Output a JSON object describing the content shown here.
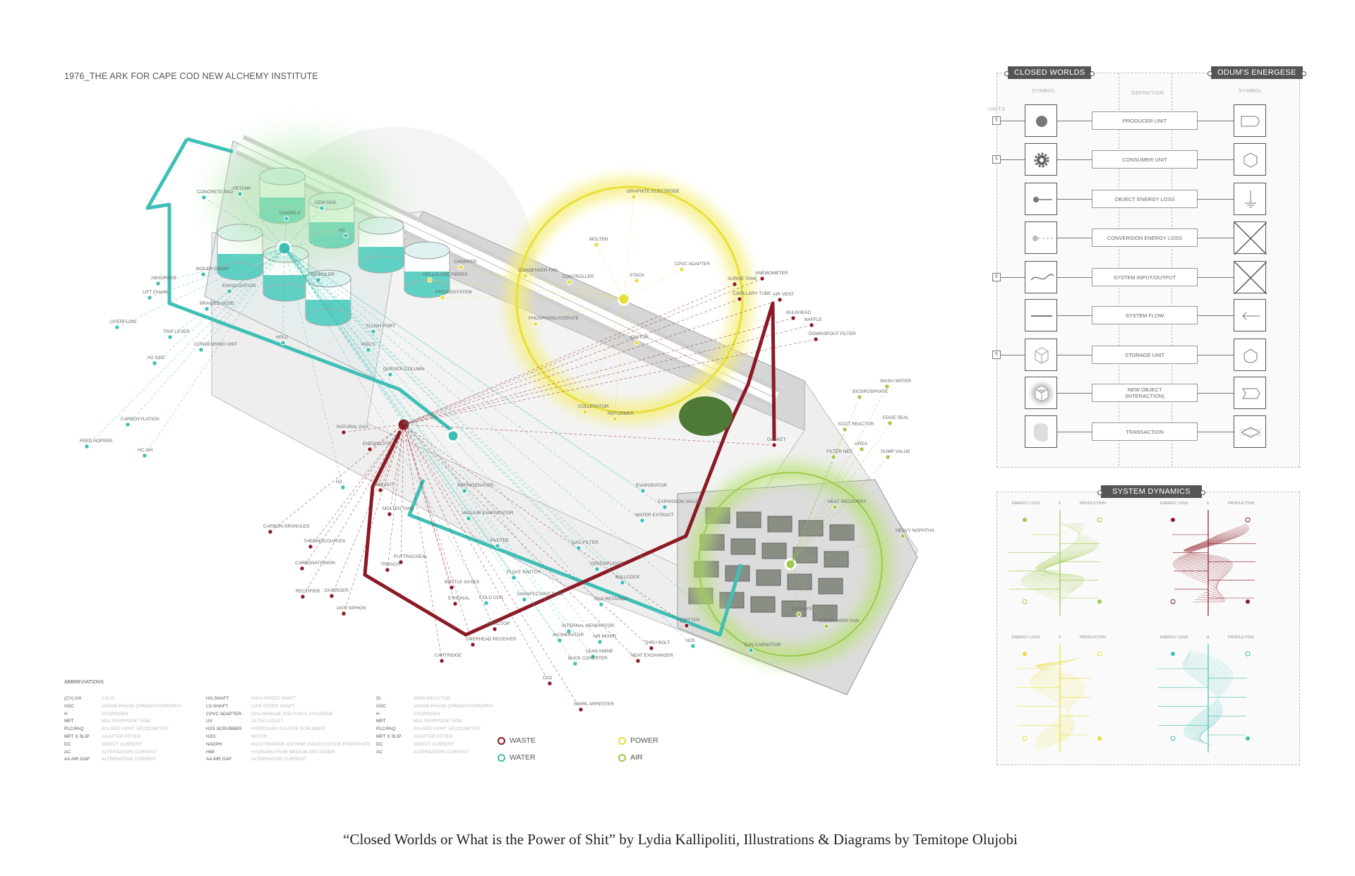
{
  "title": "1976_THE ARK FOR CAPE COD NEW ALCHEMY INSTITUTE",
  "caption": "“Closed Worlds or What is the Power of Shit” by Lydia Kallipoliti, Illustrations & Diagrams by Temitope Olujobi",
  "colors": {
    "waste": "#8b1a24",
    "water": "#3fbfb5",
    "power": "#e8df3a",
    "air": "#9ec94a",
    "panel_header": "#555555"
  },
  "legend": [
    {
      "key": "waste",
      "label": "WASTE"
    },
    {
      "key": "water",
      "label": "WATER"
    },
    {
      "key": "power",
      "label": "POWER"
    },
    {
      "key": "air",
      "label": "AIR"
    }
  ],
  "diagram": {
    "labels": [
      {
        "t": "CONCRETE PAD",
        "s": "water"
      },
      {
        "t": "PETANK",
        "s": "water"
      },
      {
        "t": "CHOPD-3",
        "s": "water"
      },
      {
        "t": "CEM DIOL",
        "s": "water"
      },
      {
        "t": "BOILER DRAIN",
        "s": "water"
      },
      {
        "t": "ENVOLIZATION",
        "s": "water"
      },
      {
        "t": "BRAIDED HOSE",
        "s": "water"
      },
      {
        "t": "ABSORBER",
        "s": "water"
      },
      {
        "t": "LIFT CHAIN",
        "s": "water"
      },
      {
        "t": "OVERFLOW",
        "s": "water"
      },
      {
        "t": "TRIP LEVER",
        "s": "water"
      },
      {
        "t": "CONDENSING UNIT",
        "s": "water"
      },
      {
        "t": "H2 S/N2",
        "s": "water"
      },
      {
        "t": "CARBOXYLATION",
        "s": "water"
      },
      {
        "t": "FEED HOPPER",
        "s": "water"
      },
      {
        "t": "HC-OH",
        "s": "water"
      },
      {
        "t": "HPLC",
        "s": "water"
      },
      {
        "t": "REBOILER",
        "s": "water"
      },
      {
        "t": "FLUSH PORT",
        "s": "water"
      },
      {
        "t": "VOC'S",
        "s": "water"
      },
      {
        "t": "QUENCH COLUMN",
        "s": "water"
      },
      {
        "t": "CELLULOSE FIBERS",
        "s": "power"
      },
      {
        "t": "PHOSIDSYSTEM",
        "s": "power"
      },
      {
        "t": "AC",
        "s": "water"
      },
      {
        "t": "NATURAL GAS",
        "s": "waste"
      },
      {
        "t": "ENEDICLATE",
        "s": "waste"
      },
      {
        "t": "H2",
        "s": "water"
      },
      {
        "t": "GAS OUT",
        "s": "waste"
      },
      {
        "t": "MOLTEN TANK",
        "s": "waste"
      },
      {
        "t": "CARBON GRANULES",
        "s": "waste"
      },
      {
        "t": "THERMOCOUPLES",
        "s": "waste"
      },
      {
        "t": "CARBONATIONON",
        "s": "waste"
      },
      {
        "t": "PUTTRACHEAL",
        "s": "waste"
      },
      {
        "t": "TRENCH",
        "s": "waste"
      },
      {
        "t": "RECTIFIER",
        "s": "waste"
      },
      {
        "t": "DIVERGER",
        "s": "waste"
      },
      {
        "t": "ANTI SIPHON",
        "s": "waste"
      },
      {
        "t": "BOTTLE GASES",
        "s": "waste"
      },
      {
        "t": "ETHONAL",
        "s": "waste"
      },
      {
        "t": "COLD COIL",
        "s": "water"
      },
      {
        "t": "REACTOR",
        "s": "waste"
      },
      {
        "t": "OVERHEAD RECEIVER",
        "s": "waste"
      },
      {
        "t": "CARTRIDGE",
        "s": "waste"
      },
      {
        "t": "CO2",
        "s": "waste"
      },
      {
        "t": "SWIRL ARRESTER",
        "s": "waste"
      },
      {
        "t": "ANEMOMETER",
        "s": "waste"
      },
      {
        "t": "SURGE TANK",
        "s": "waste"
      },
      {
        "t": "CAPILLARY TUBE",
        "s": "waste"
      },
      {
        "t": "AIR VENT",
        "s": "waste"
      },
      {
        "t": "BULKHEAD",
        "s": "waste"
      },
      {
        "t": "BAFFLE",
        "s": "waste"
      },
      {
        "t": "DOWNSPOUT FILTER",
        "s": "waste"
      },
      {
        "t": "GASKET",
        "s": "waste"
      },
      {
        "t": "EMITTER",
        "s": "waste"
      },
      {
        "t": "H2S",
        "s": "water"
      },
      {
        "t": "THRU BOLT",
        "s": "waste"
      },
      {
        "t": "HEAT EXCHANGER",
        "s": "waste"
      },
      {
        "t": "GRAPHITE ELECTRODE",
        "s": "power"
      },
      {
        "t": "MOLTEN",
        "s": "power"
      },
      {
        "t": "CPVC ADAPTER",
        "s": "power"
      },
      {
        "t": "STACK",
        "s": "power"
      },
      {
        "t": "CONDENSER FAN",
        "s": "power"
      },
      {
        "t": "CONTROLLER",
        "s": "power"
      },
      {
        "t": "CHOPPER",
        "s": "power"
      },
      {
        "t": "IGNITOR",
        "s": "power"
      },
      {
        "t": "PHOSPHOGLYCERATE",
        "s": "power"
      },
      {
        "t": "COLLERATOR",
        "s": "power"
      },
      {
        "t": "REFORMER",
        "s": "power"
      },
      {
        "t": "BIOSPOSPHATE",
        "s": "air"
      },
      {
        "t": "WASH WATER",
        "s": "air"
      },
      {
        "t": "SCOT REACTOR",
        "s": "air"
      },
      {
        "t": "EDGE SEAL",
        "s": "air"
      },
      {
        "t": "FILTER NET",
        "s": "air"
      },
      {
        "t": "UREA",
        "s": "air"
      },
      {
        "t": "DUMP VALUE",
        "s": "air"
      },
      {
        "t": "HEAVY NOPHTHA",
        "s": "air"
      },
      {
        "t": "HEAT RECOVERY",
        "s": "air"
      },
      {
        "t": "CONDENSER FAN",
        "s": "air"
      },
      {
        "t": "SUN CARNOTOR",
        "s": "water"
      },
      {
        "t": "CATALYST",
        "s": "air"
      },
      {
        "t": "REFRIGERATOR",
        "s": "water"
      },
      {
        "t": "VACUUM EVAPORATOR",
        "s": "water"
      },
      {
        "t": "PVCTEE",
        "s": "water"
      },
      {
        "t": "GAC FILTER",
        "s": "water"
      },
      {
        "t": "CENTRIFUDGE",
        "s": "water"
      },
      {
        "t": "FLOAT SWITCH",
        "s": "water"
      },
      {
        "t": "DISINFECTANT TANK",
        "s": "water"
      },
      {
        "t": "GAS RETAINER",
        "s": "water"
      },
      {
        "t": "INTERNAL GENERATOR",
        "s": "water"
      },
      {
        "t": "INCINERATOR",
        "s": "water"
      },
      {
        "t": "AIR MIXER",
        "s": "water"
      },
      {
        "t": "LEAN AMINE",
        "s": "water"
      },
      {
        "t": "BUCK COVERTER",
        "s": "water"
      },
      {
        "t": "WATER EXTRACT",
        "s": "water"
      },
      {
        "t": "EXPANSION VALUE",
        "s": "water"
      },
      {
        "t": "EVAPORATOR",
        "s": "water"
      },
      {
        "t": "BALLCOCK",
        "s": "water"
      }
    ]
  },
  "abbreviations": {
    "heading": "ABBREVIATIONS",
    "columns": [
      [
        [
          "(CY) OX",
          "CYLIC"
        ],
        [
          "VGC",
          "VAPOR-PHASE CHROMATOGRAPHY"
        ],
        [
          "H",
          "HYDROGEN"
        ],
        [
          "MPT",
          "MULTIPURPOSE TANK"
        ],
        [
          "PLC/PAQ",
          "PULSED LIGHT VELOCIMETRY"
        ],
        [
          "MPT X SLIP",
          "ADAPTER FITTER"
        ],
        [
          "DC",
          "DIRECT CURRENT"
        ],
        [
          "AC",
          "ALTERNATION CURRENT"
        ],
        [
          "AA AIR GAP",
          "ALTERNATION CURRENT"
        ]
      ],
      [
        [
          "HS-SHAFT",
          "HIGH SPEED SHAFT"
        ],
        [
          "LS-SHAFT",
          "LOW SPEED SHAFT"
        ],
        [
          "CPVC ADAPTER",
          "CHLORINAGE POLYVINYL CHLORIDE"
        ],
        [
          "UV",
          "ULTRA VIOLET"
        ],
        [
          "H2S SCRUBBER",
          "HYDROGEN SULFIDE SCRUBBER"
        ],
        [
          "H2O",
          "WATER"
        ],
        [
          "NADPH",
          "NICOTINAMIDE ADENINE DINUCLEOTIDE PHOSPHATE"
        ],
        [
          "HMI",
          "HYDRARGYRUM MEDIUM ARC IODIDE"
        ],
        [
          "AA AIR GAP",
          "ALTERNATION CURRENT"
        ]
      ],
      [
        [
          "SI",
          "SEMI-INDUCTOR"
        ],
        [
          "VGC",
          "VAPOR-PHASE CHROMATOGRAPHY"
        ],
        [
          "H",
          "HYDROGEN"
        ],
        [
          "MPT",
          "MULTIPURPOSE TANK"
        ],
        [
          "PLC/PAQ",
          "PULSED LIGHT VELOCIMETRY"
        ],
        [
          "MPT X SLIP",
          "ADAPTER FITTER"
        ],
        [
          "DC",
          "DIRECT CURRENT"
        ],
        [
          "AC",
          "ALTERNATION CURRENT"
        ]
      ]
    ]
  },
  "closed_worlds": {
    "header_left": "CLOSED WORLDS",
    "header_right": "ODUM'S ENERGESE",
    "col_symbol": "SYMBOL",
    "col_definition": "DEFINITION",
    "col_units": "UNITS",
    "rows": [
      {
        "def": "PRODUCER UNIT",
        "unit": "5",
        "left": "filled-circle-icon",
        "right": "bullet-shape-icon"
      },
      {
        "def": "CONSUMER UNIT",
        "unit": "5",
        "left": "gear-icon",
        "right": "hexagon-icon"
      },
      {
        "def": "OBJECT ENERGY LOSS",
        "unit": "",
        "left": "dot-line-icon",
        "right": "ground-symbol-icon"
      },
      {
        "def": "CONVERSION ENERGY LOSS",
        "unit": "",
        "left": "dot-dashed-line-icon",
        "right": "crossed-box-icon"
      },
      {
        "def": "SYSTEM INPUT/OUTPUT",
        "unit": "6",
        "left": "wave-arrow-icon",
        "right": "crossed-box-icon"
      },
      {
        "def": "SYSTEM FLOW",
        "unit": "",
        "left": "line-icon",
        "right": "arrow-left-icon"
      },
      {
        "def": "STORAGE UNIT",
        "unit": "5",
        "left": "cube-icon",
        "right": "tank-shape-icon"
      },
      {
        "def": "NEW OBJECT\n(INTERACTION)",
        "unit": "",
        "left": "glowing-cube-icon",
        "right": "chevron-shape-icon"
      },
      {
        "def": "TRANSACTION",
        "unit": "",
        "left": "blob-icon",
        "right": "diamond-arrows-icon"
      }
    ]
  },
  "system_dynamics": {
    "header": "SYSTEM DYNAMICS",
    "energy_loss": "ENERGY LOSS",
    "production": "PRODUCTION",
    "zero": "0",
    "charts": [
      {
        "system": "air"
      },
      {
        "system": "waste"
      },
      {
        "system": "power"
      },
      {
        "system": "water"
      }
    ]
  }
}
